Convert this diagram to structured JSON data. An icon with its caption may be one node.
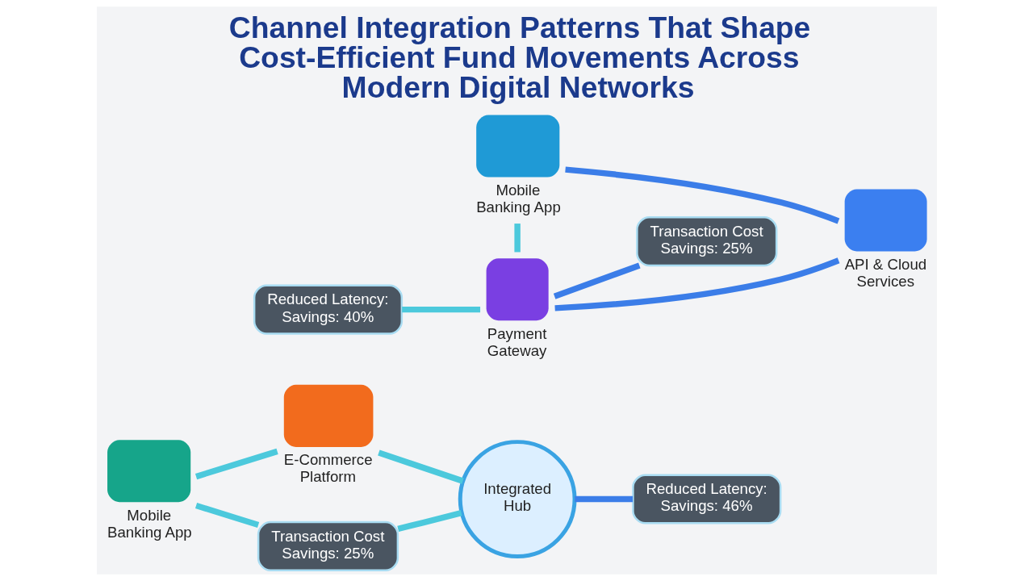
{
  "diagram": {
    "title": "Channel Integration Patterns That Shape Cost-Efficient Fund Movements Across Modern Digital Networks",
    "nodes": [
      {
        "text": [
          "Mobile Banking App"
        ]
      },
      {
        "text": [
          "E-Commerce Platform"
        ]
      },
      {
        "text": [
          "Mobile Banking App"
        ]
      },
      {
        "text": [
          "Integrated Hub"
        ]
      },
      {
        "text": [
          "Payment Gateway"
        ]
      },
      {
        "text": [
          "API & Cloud Services"
        ]
      },
      {
        "text": [
          "Reduced Latency: Savings: 40%"
        ]
      },
      {
        "text": [
          "Transaction Cost Savings: 25%"
        ]
      },
      {
        "text": [
          "Reduced Latency: Savings: 46%"
        ]
      },
      {
        "text": [
          "Transaction Cost Savings: 25%"
        ]
      }
    ],
    "edges": [
      {
        "from": 0,
        "to": 1,
        "arrow": "none"
      },
      {
        "from": 0,
        "to": 7,
        "arrow": "none"
      },
      {
        "from": 7,
        "to": 3,
        "arrow": "none"
      },
      {
        "from": 1,
        "to": 3,
        "arrow": "none"
      },
      {
        "from": 2,
        "to": 4,
        "arrow": "none"
      },
      {
        "from": 6,
        "to": 4,
        "arrow": "none"
      },
      {
        "from": 3,
        "to": 8,
        "arrow": "none",
        "color": "#3b7de8"
      },
      {
        "from": 2,
        "to": 5,
        "arrow": "none",
        "color": "#3b7de8"
      },
      {
        "from": 4,
        "to": 5,
        "arrow": "none",
        "color": "#3b7de8"
      },
      {
        "from": 4,
        "to": 9,
        "arrow": "none",
        "color": "#3b7de8"
      }
    ]
  }
}
